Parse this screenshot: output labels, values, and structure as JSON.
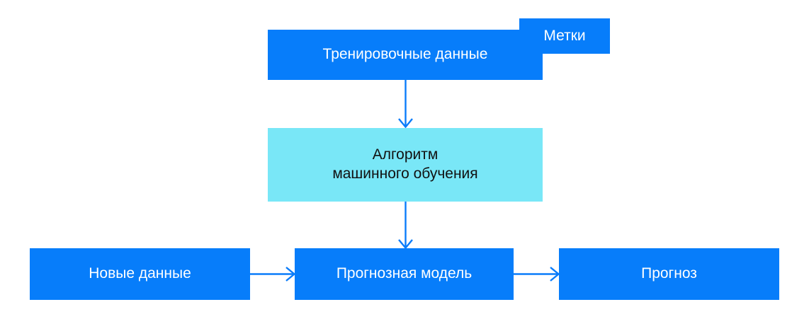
{
  "diagram": {
    "title_text": "",
    "colors": {
      "box_blue": "#077DFA",
      "box_cyan": "#79E7F7",
      "arrow_blue": "#0A7CFA",
      "text_on_blue": "#FFFFFF",
      "text_on_cyan": "#111111",
      "background": "#FFFFFF"
    },
    "nodes": {
      "labels": "Метки",
      "training_data": "Тренировочные данные",
      "ml_algorithm": "Алгоритм\nмашинного обучения",
      "new_data": "Новые данные",
      "predictive_model": "Прогнозная модель",
      "forecast": "Прогноз"
    },
    "edges": [
      {
        "name": "training-data-to-ml-algorithm",
        "from": "training_data",
        "to": "ml_algorithm",
        "direction": "down",
        "label": ""
      },
      {
        "name": "ml-algorithm-to-predictive-model",
        "from": "ml_algorithm",
        "to": "predictive_model",
        "direction": "down",
        "label": ""
      },
      {
        "name": "new-data-to-predictive-model",
        "from": "new_data",
        "to": "predictive_model",
        "direction": "right",
        "label": ""
      },
      {
        "name": "predictive-model-to-forecast",
        "from": "predictive_model",
        "to": "forecast",
        "direction": "right",
        "label": ""
      }
    ]
  }
}
